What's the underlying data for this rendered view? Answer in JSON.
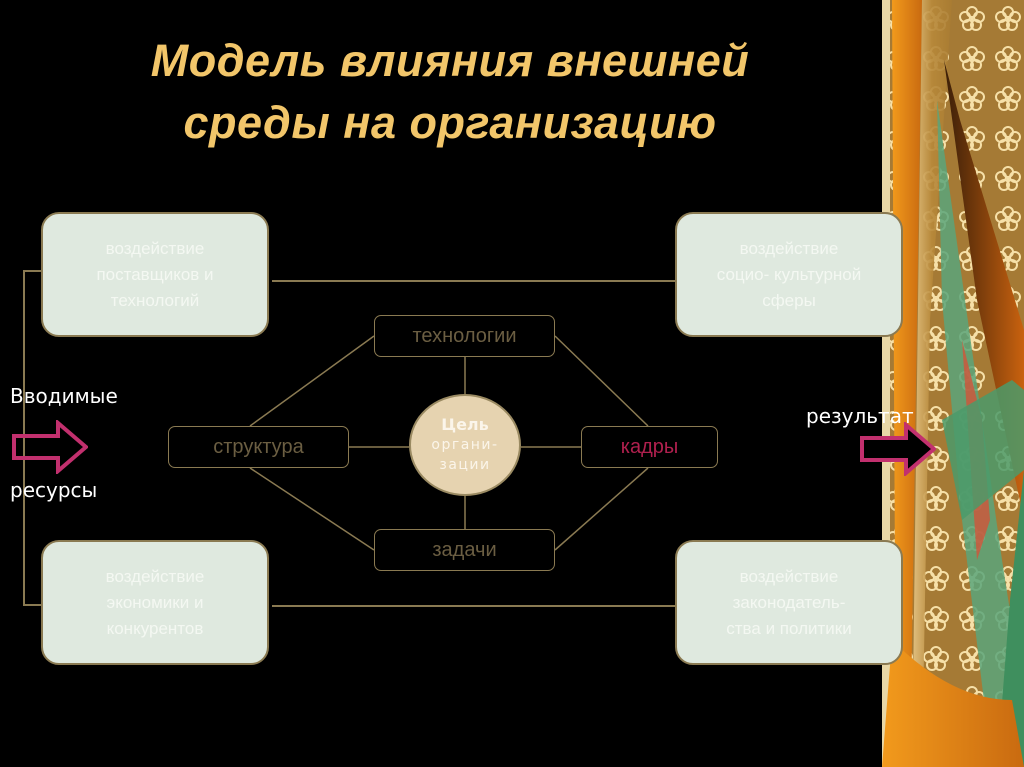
{
  "slide": {
    "title_line1": "Модель влияния внешней",
    "title_line2": "среды на организацию",
    "colors": {
      "background": "#000000",
      "title": "#f2c66a",
      "env_box_fill": "#dfe9df",
      "connector": "#8a7a52",
      "arrow": "#c2306e",
      "kadry_text": "#b0204e",
      "inner_text": "#6b5e42",
      "circle_fill": "#e6d3b0"
    }
  },
  "environment": {
    "top_left": "воздействие\nпоставщиков и\nтехнологий",
    "top_right": "воздействие\nсоцио- культурной\nсферы",
    "bottom_left": "воздействие\nэкономики и\nконкурентов",
    "bottom_right": "воздействие\nзаконодатель-\nства и политики"
  },
  "organization": {
    "center_title": "Цель",
    "center_line2": "органи-",
    "center_line3": "зации",
    "top": "технологии",
    "left": "структура",
    "right": "кадры",
    "bottom": "задачи"
  },
  "inputs": {
    "label_top": "Вводимые",
    "label_bottom": "ресурсы",
    "icon": "right-arrow-icon"
  },
  "outputs": {
    "label": "результат",
    "icon": "right-arrow-icon"
  }
}
